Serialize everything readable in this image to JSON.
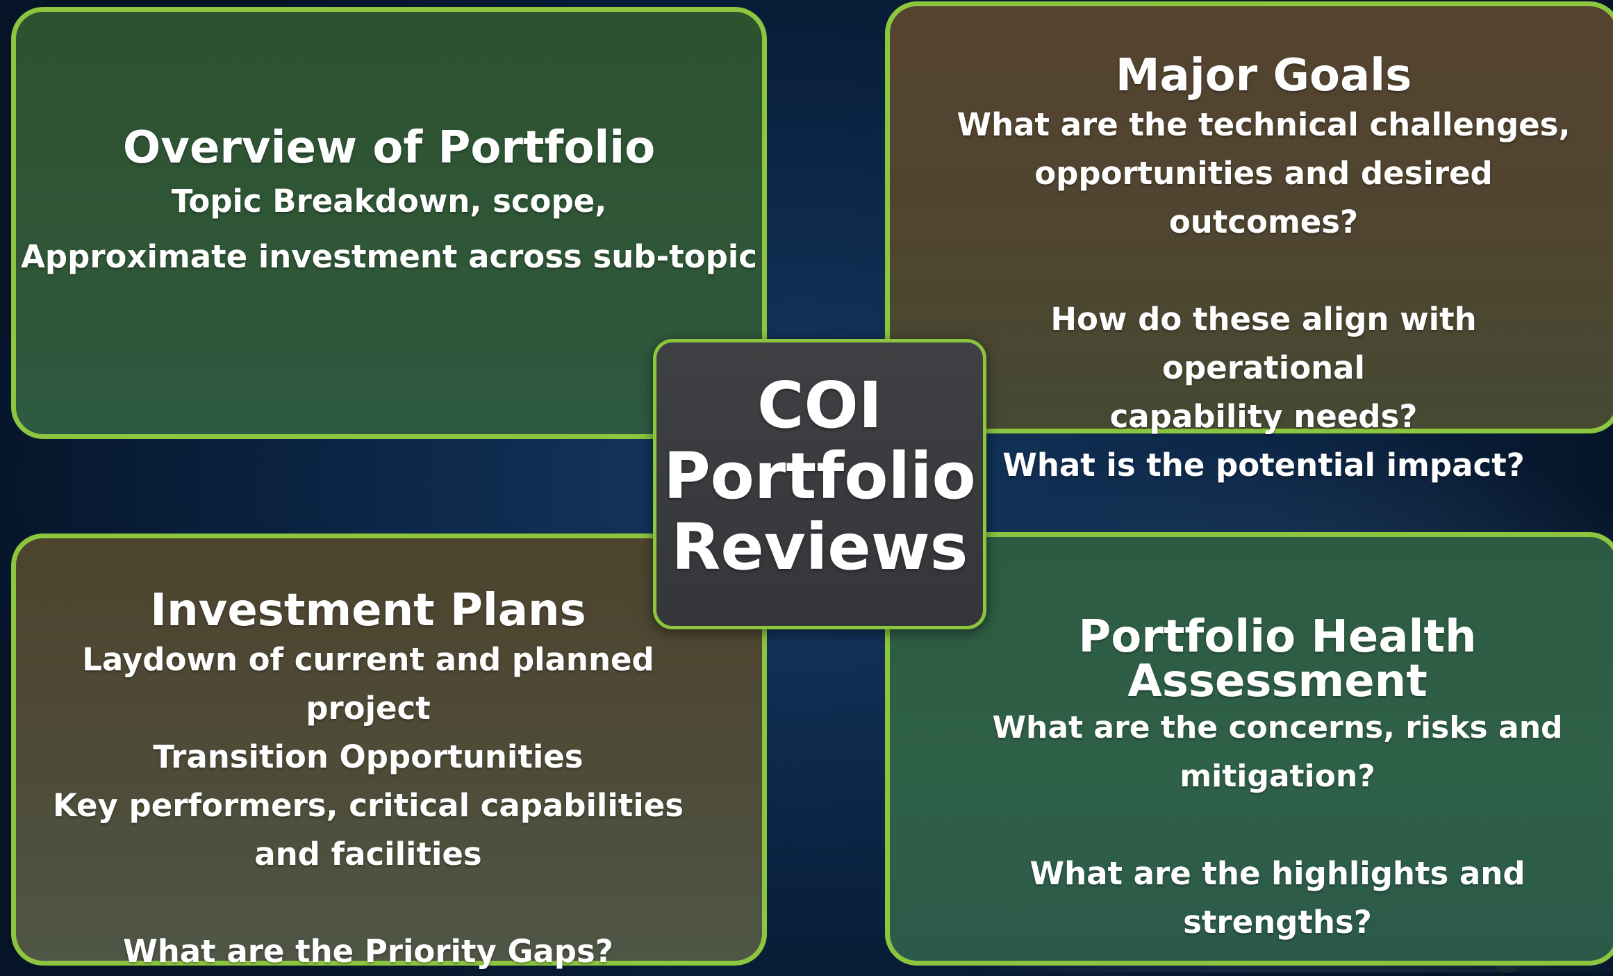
{
  "center": {
    "lines": [
      "COI",
      "Portfolio",
      "Reviews"
    ]
  },
  "panels": {
    "overview": {
      "title": "Overview of Portfolio",
      "lines": [
        "Topic Breakdown, scope,",
        "Approximate investment across sub-topic"
      ]
    },
    "major_goals": {
      "title": "Major Goals",
      "lines": [
        "What are the technical challenges,",
        "opportunities and desired outcomes?",
        "",
        "How do these align with operational",
        "capability needs?",
        "What is the potential impact?"
      ]
    },
    "investment_plans": {
      "title": "Investment Plans",
      "lines": [
        "Laydown of current and planned project",
        "Transition Opportunities",
        "Key performers, critical capabilities",
        "and facilities",
        "",
        "What are the Priority Gaps?"
      ]
    },
    "portfolio_health": {
      "title_lines": [
        "Portfolio Health",
        "Assessment"
      ],
      "lines": [
        "What are the concerns, risks and mitigation?",
        "",
        "What are the highlights and",
        "strengths?"
      ]
    }
  },
  "colors": {
    "border": "#8cc63f",
    "background": "#0b2545",
    "green_panel": "#2f5636",
    "brown_panel": "#4f4530",
    "center_box": "#3a3b3f"
  }
}
